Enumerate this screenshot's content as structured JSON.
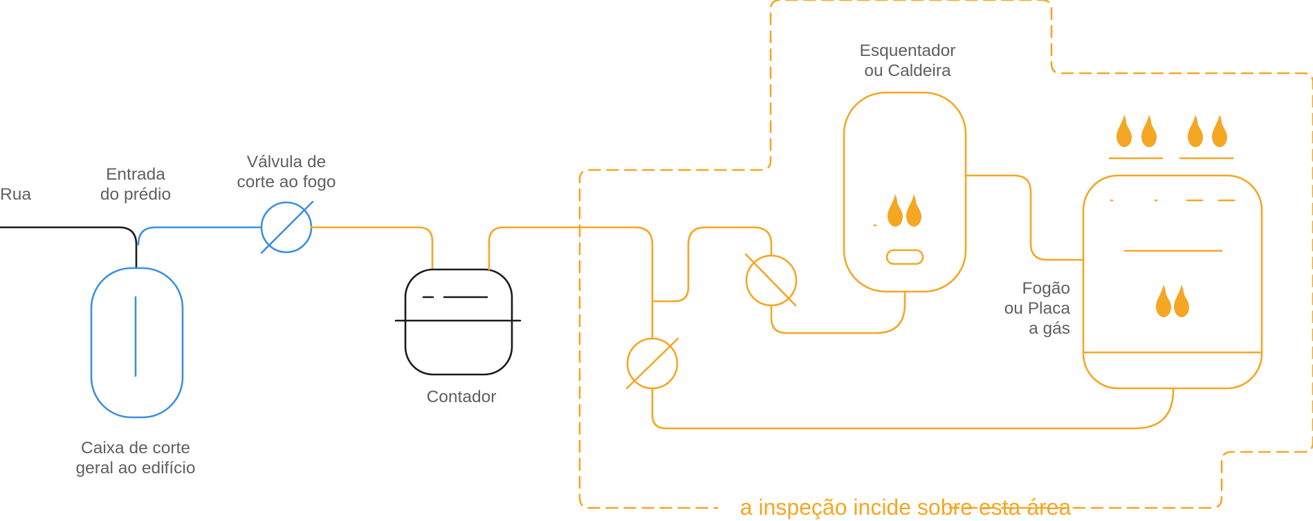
{
  "colors": {
    "gas": "#f5a623",
    "water_blue": "#3b8fe0",
    "black": "#1a1a1a",
    "label": "#5f5f5f",
    "background": "#ffffff"
  },
  "labels": {
    "rua": "Rua",
    "entrada_1": "Entrada",
    "entrada_2": "do prédio",
    "valvula_1": "Válvula de",
    "valvula_2": "corte ao fogo",
    "caixa_1": "Caixa de corte",
    "caixa_2": "geral ao edifício",
    "contador": "Contador",
    "esquentador_1": "Esquentador",
    "esquentador_2": "ou Caldeira",
    "fogao_1": "Fogão",
    "fogao_2": "ou Placa",
    "fogao_3": "a gás",
    "inspection_area": "a inspeção incide sobre esta área"
  },
  "icons": [
    "flame-icon",
    "valve-icon"
  ]
}
